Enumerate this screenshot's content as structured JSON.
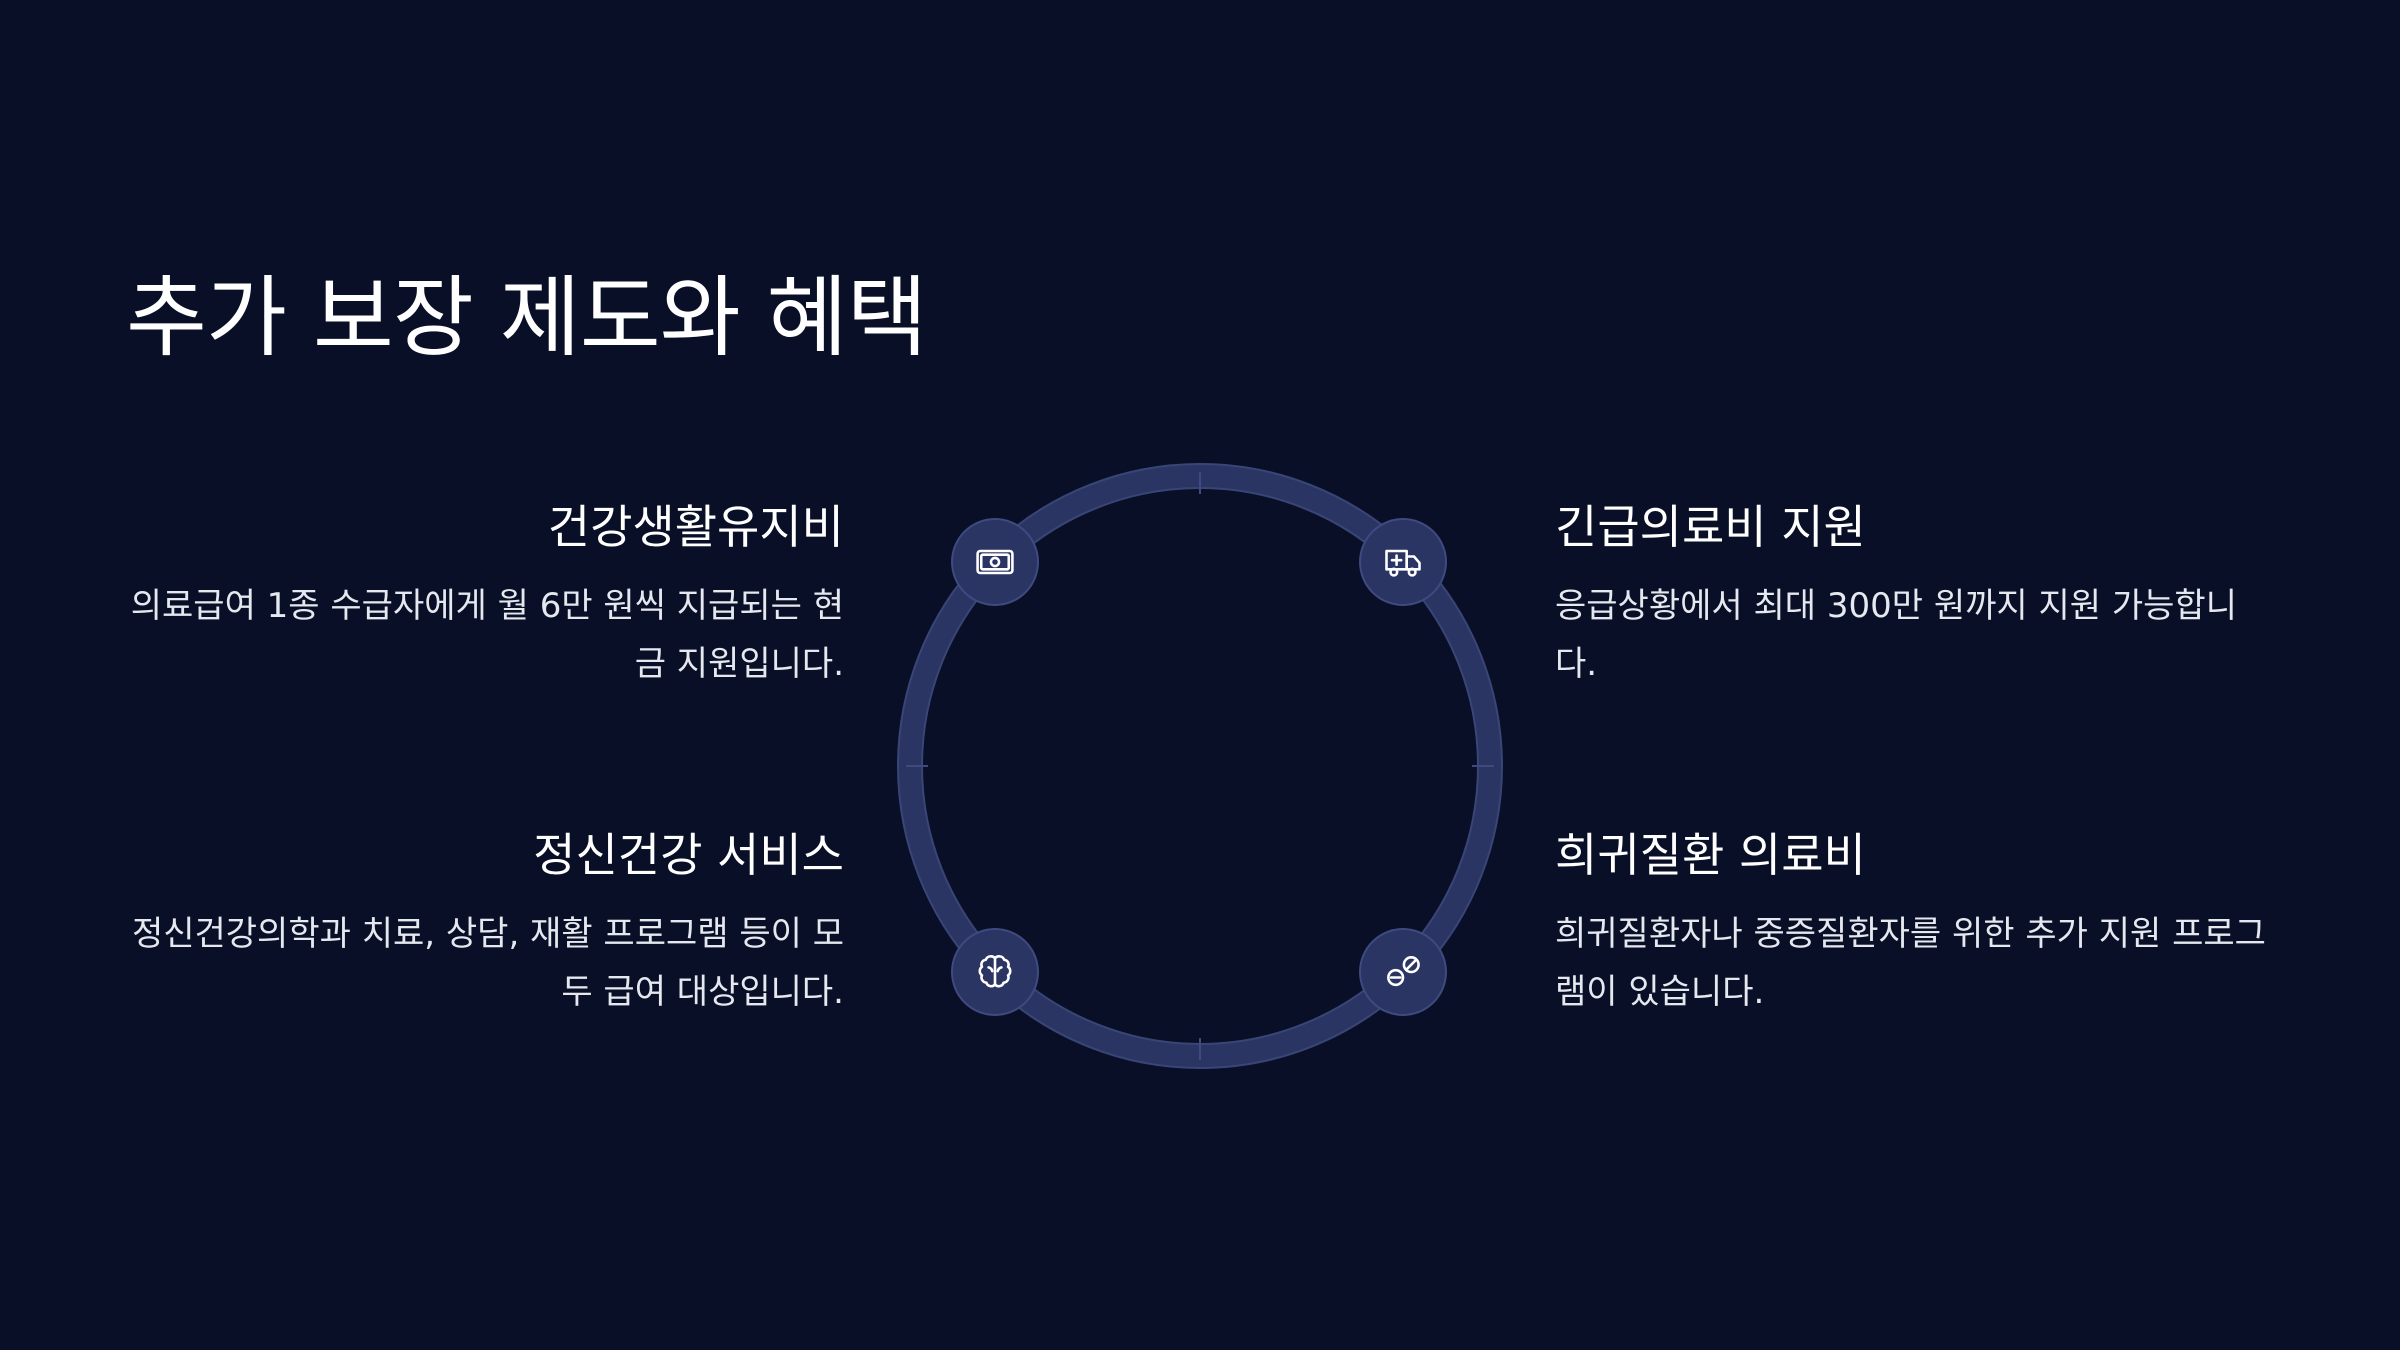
{
  "page": {
    "title": "추가 보장 제도와 혜택"
  },
  "items": [
    {
      "title": "건강생활유지비",
      "description": "의료급여 1종 수급자에게 월 6만 원씩 지급되는 현금 지원입니다.",
      "icon": "money-bill-icon"
    },
    {
      "title": "긴급의료비 지원",
      "description": "응급상황에서 최대 300만 원까지 지원 가능합니다.",
      "icon": "ambulance-icon"
    },
    {
      "title": "정신건강 서비스",
      "description": "정신건강의학과 치료, 상담, 재활 프로그램 등이 모두 급여 대상입니다.",
      "icon": "brain-icon"
    },
    {
      "title": "희귀질환 의료비",
      "description": "희귀질환자나 중증질환자를 위한 추가 지원 프로그램이 있습니다.",
      "icon": "pills-icon"
    }
  ],
  "colors": {
    "background": "#080f26",
    "ring": "#2b3563",
    "node": "#2b3563",
    "text": "#ffffff"
  }
}
